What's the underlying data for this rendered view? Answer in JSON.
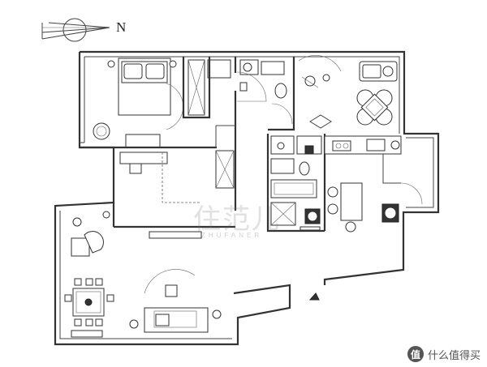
{
  "compass": {
    "label": "N"
  },
  "watermark": {
    "main": "住范儿",
    "sub": "ZHUFANER"
  },
  "brand": {
    "logo": "值",
    "text": "什么值得买"
  },
  "colors": {
    "line": "#333333",
    "background": "#ffffff"
  }
}
